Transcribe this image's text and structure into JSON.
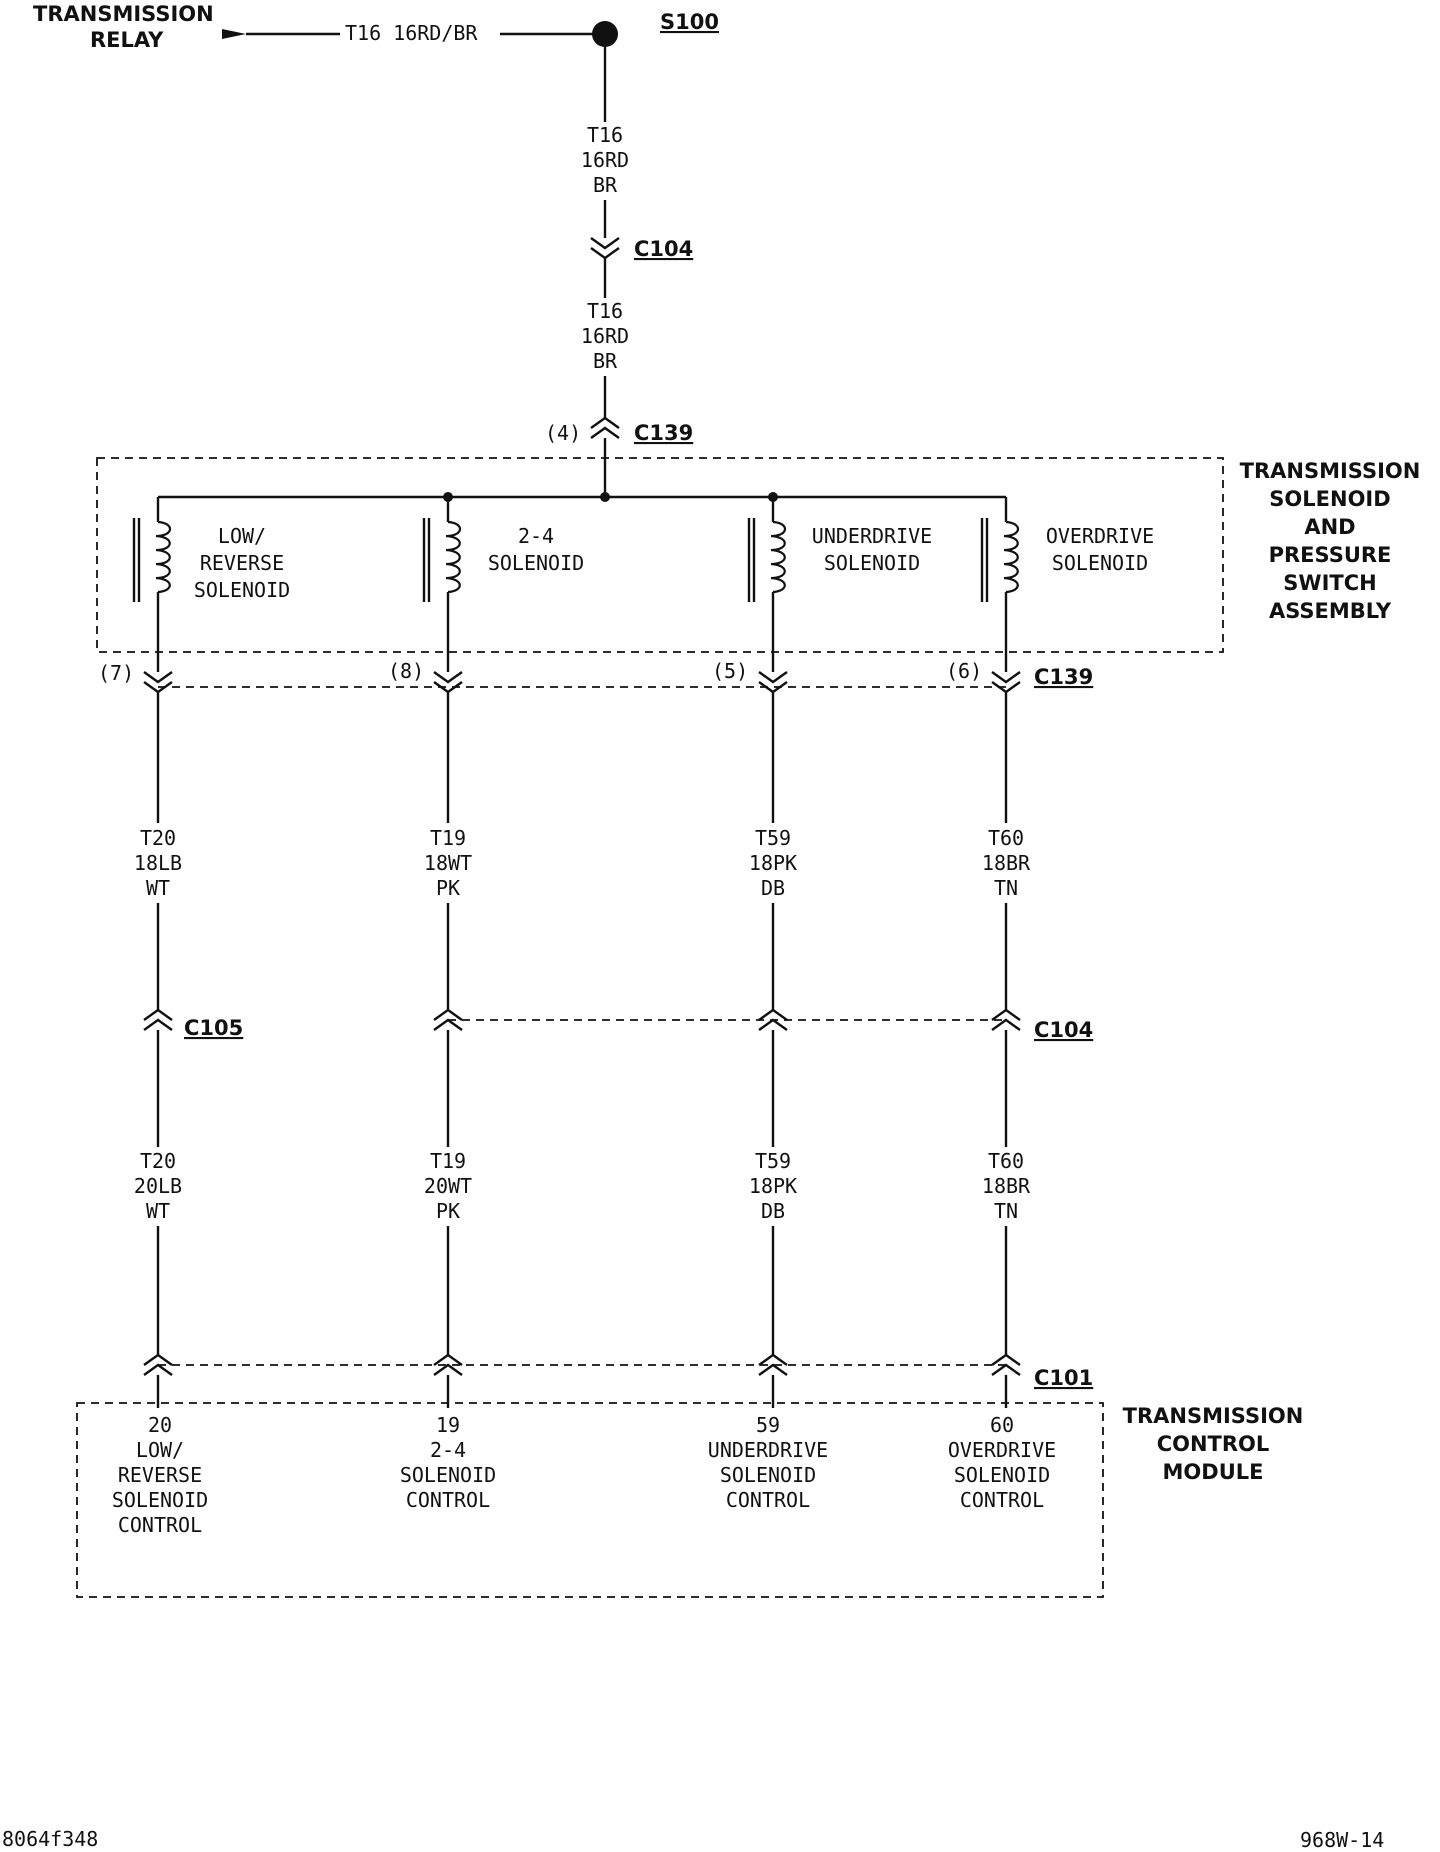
{
  "components": {
    "relay": {
      "line1": "TRANSMISSION",
      "line2": "RELAY"
    },
    "assembly": {
      "lines": [
        "TRANSMISSION",
        "SOLENOID",
        "AND",
        "PRESSURE",
        "SWITCH",
        "ASSEMBLY"
      ]
    },
    "module": {
      "lines": [
        "TRANSMISSION",
        "CONTROL",
        "MODULE"
      ]
    }
  },
  "splice": {
    "id": "S100"
  },
  "wires": {
    "relay_to_splice": "T16  16RD/BR",
    "feed_upper": [
      "T16",
      "16RD",
      "BR"
    ],
    "feed_lower": [
      "T16",
      "16RD",
      "BR"
    ]
  },
  "connectors": {
    "c104_top": "C104",
    "c139_top": "C139",
    "c139_top_pin": "(4)",
    "c139_bottom": "C139",
    "c105": "C105",
    "c104_mid": "C104",
    "c101": "C101"
  },
  "circuits": [
    {
      "solenoid": [
        "LOW/",
        "REVERSE",
        "SOLENOID"
      ],
      "pin": "(7)",
      "wire_upper": [
        "T20",
        "18LB",
        "WT"
      ],
      "wire_lower": [
        "T20",
        "20LB",
        "WT"
      ],
      "module_pin": [
        "20",
        "LOW/",
        "REVERSE",
        "SOLENOID",
        "CONTROL"
      ]
    },
    {
      "solenoid": [
        "2-4",
        "SOLENOID"
      ],
      "pin": "(8)",
      "wire_upper": [
        "T19",
        "18WT",
        "PK"
      ],
      "wire_lower": [
        "T19",
        "20WT",
        "PK"
      ],
      "module_pin": [
        "19",
        "2-4",
        "SOLENOID",
        "CONTROL"
      ]
    },
    {
      "solenoid": [
        "UNDERDRIVE",
        "SOLENOID"
      ],
      "pin": "(5)",
      "wire_upper": [
        "T59",
        "18PK",
        "DB"
      ],
      "wire_lower": [
        "T59",
        "18PK",
        "DB"
      ],
      "module_pin": [
        "59",
        "UNDERDRIVE",
        "SOLENOID",
        "CONTROL"
      ]
    },
    {
      "solenoid": [
        "OVERDRIVE",
        "SOLENOID"
      ],
      "pin": "(6)",
      "wire_upper": [
        "T60",
        "18BR",
        "TN"
      ],
      "wire_lower": [
        "T60",
        "18BR",
        "TN"
      ],
      "module_pin": [
        "60",
        "OVERDRIVE",
        "SOLENOID",
        "CONTROL"
      ]
    }
  ],
  "footer": {
    "left": "8064f348",
    "right": "968W-14"
  }
}
